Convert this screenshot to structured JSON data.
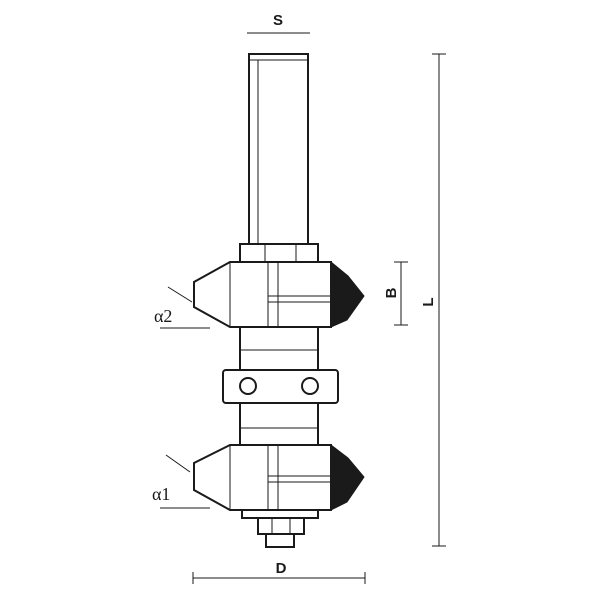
{
  "dimensions": {
    "shank": "S",
    "cutter_height": "B",
    "total_length": "L",
    "diameter": "D"
  },
  "angles": {
    "upper": "α2",
    "lower": "α1"
  }
}
